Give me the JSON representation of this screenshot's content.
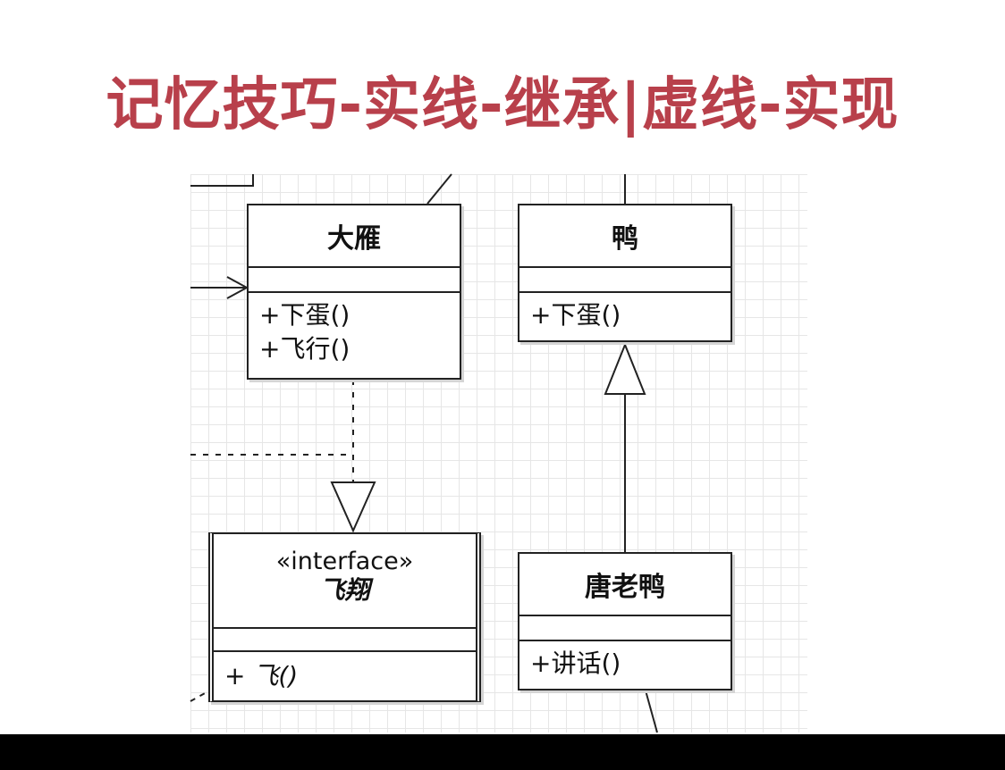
{
  "title": "记忆技巧-实线-继承|虚线-实现",
  "diagram": {
    "classes": {
      "dayan": {
        "name": "大雁",
        "operations": [
          "+下蛋()",
          "+飞行()"
        ]
      },
      "ya": {
        "name": "鸭",
        "operations": [
          "+下蛋()"
        ]
      },
      "tanglaoya": {
        "name": "唐老鸭",
        "operations": [
          "+讲话()"
        ]
      },
      "feixiang": {
        "stereotype": "«interface»",
        "name": "飞翔",
        "operations": [
          "+ 飞()"
        ]
      }
    },
    "relations": [
      {
        "from": "大雁",
        "to": "飞翔",
        "type": "realization",
        "line": "dashed"
      },
      {
        "from": "唐老鸭",
        "to": "鸭",
        "type": "generalization",
        "line": "solid"
      }
    ]
  },
  "colors": {
    "title": "#b8404b",
    "line": "#222222",
    "grid": "#e6e6e6"
  }
}
